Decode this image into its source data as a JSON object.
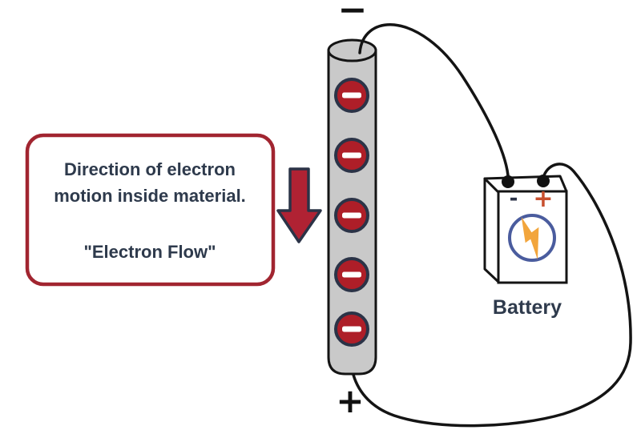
{
  "diagram": {
    "callout": {
      "line1": "Direction of electron",
      "line2": "motion inside material.",
      "line3": "\"Electron Flow\""
    },
    "conductor": {
      "top_terminal": "−",
      "bottom_terminal": "+",
      "electron_count": 5,
      "electron_symbol": "−"
    },
    "battery": {
      "label": "Battery",
      "negative": "-",
      "positive": "+"
    }
  },
  "colors": {
    "background": "#FFFFFF",
    "arrow_red": "#B02233",
    "electron_red": "#AE1E28",
    "outline_navy": "#2B3347",
    "callout_border": "#A12530",
    "text_dark": "#2E3A4C",
    "conductor_gray": "#C9C9C9",
    "wire": "#141414",
    "terminal_black": "#111111",
    "battery_positive": "#C8502F",
    "bolt_orange": "#F2A53C",
    "meter_blue": "#4A5C9E"
  }
}
